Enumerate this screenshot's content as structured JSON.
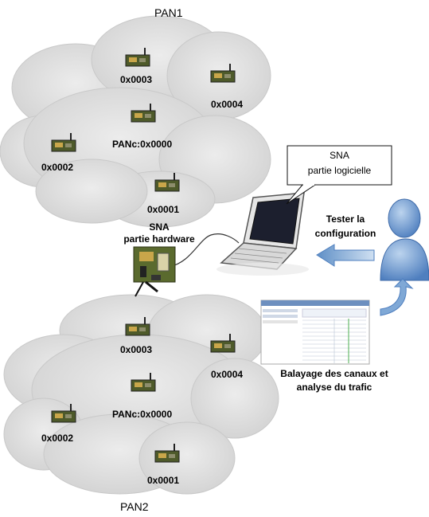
{
  "pan1": {
    "title": "PAN1",
    "nodes": [
      {
        "id": "n1-0003",
        "label": "0x0003"
      },
      {
        "id": "n1-0004",
        "label": "0x0004"
      },
      {
        "id": "n1-coord",
        "label": "PANc:0x0000"
      },
      {
        "id": "n1-0002",
        "label": "0x0002"
      },
      {
        "id": "n1-0001",
        "label": "0x0001"
      }
    ]
  },
  "pan2": {
    "title": "PAN2",
    "nodes": [
      {
        "id": "n2-0003",
        "label": "0x0003"
      },
      {
        "id": "n2-0004",
        "label": "0x0004"
      },
      {
        "id": "n2-coord",
        "label": "PANc:0x0000"
      },
      {
        "id": "n2-0002",
        "label": "0x0002"
      },
      {
        "id": "n2-0001",
        "label": "0x0001"
      }
    ]
  },
  "sna_hardware": {
    "line1": "SNA",
    "line2": "partie hardware"
  },
  "sna_software": {
    "line1": "SNA",
    "line2": "partie logicielle"
  },
  "user_action": {
    "line1": "Tester la",
    "line2": "configuration"
  },
  "traffic": {
    "line1": "Balayage des canaux et",
    "line2": "analyse du trafic"
  },
  "colors": {
    "cloud": "#dcdcdc",
    "cloud_edge": "#c4c4c4",
    "board": "#4e5a2a",
    "board_chip": "#c9a64a",
    "arrow_blue": "#8fb4d9",
    "person": "#6d97c9"
  },
  "icons": {
    "sensor": "sensor-node-icon",
    "laptop": "laptop-icon",
    "user": "user-icon",
    "hardware": "hardware-board-icon",
    "screenshot": "software-screenshot-icon"
  }
}
